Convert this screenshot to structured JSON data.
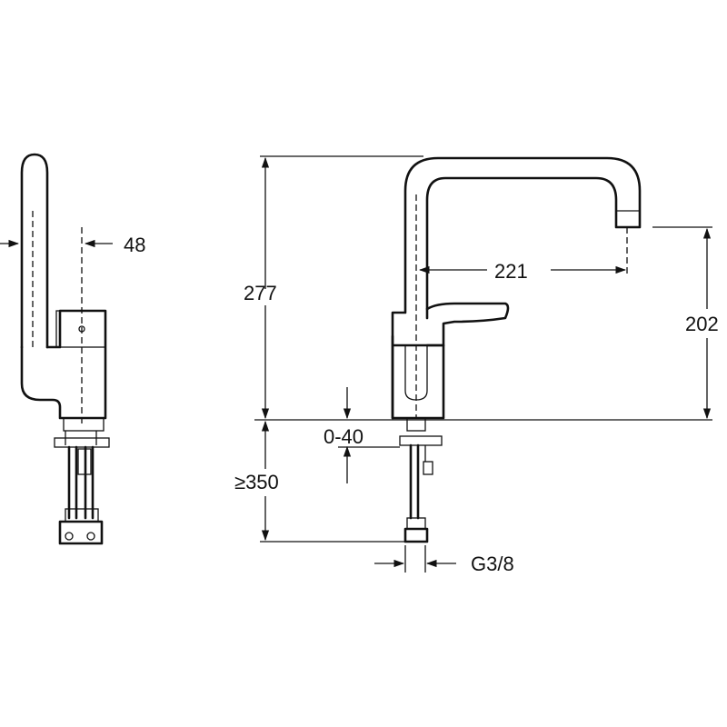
{
  "dimensions": {
    "side_depth": "48",
    "total_height": "277",
    "spout_reach": "221",
    "spout_height": "202",
    "deck_thickness": "0-40",
    "hose_length": "≥350",
    "connection": "G3/8"
  },
  "colors": {
    "line": "#111111",
    "background": "#ffffff"
  }
}
